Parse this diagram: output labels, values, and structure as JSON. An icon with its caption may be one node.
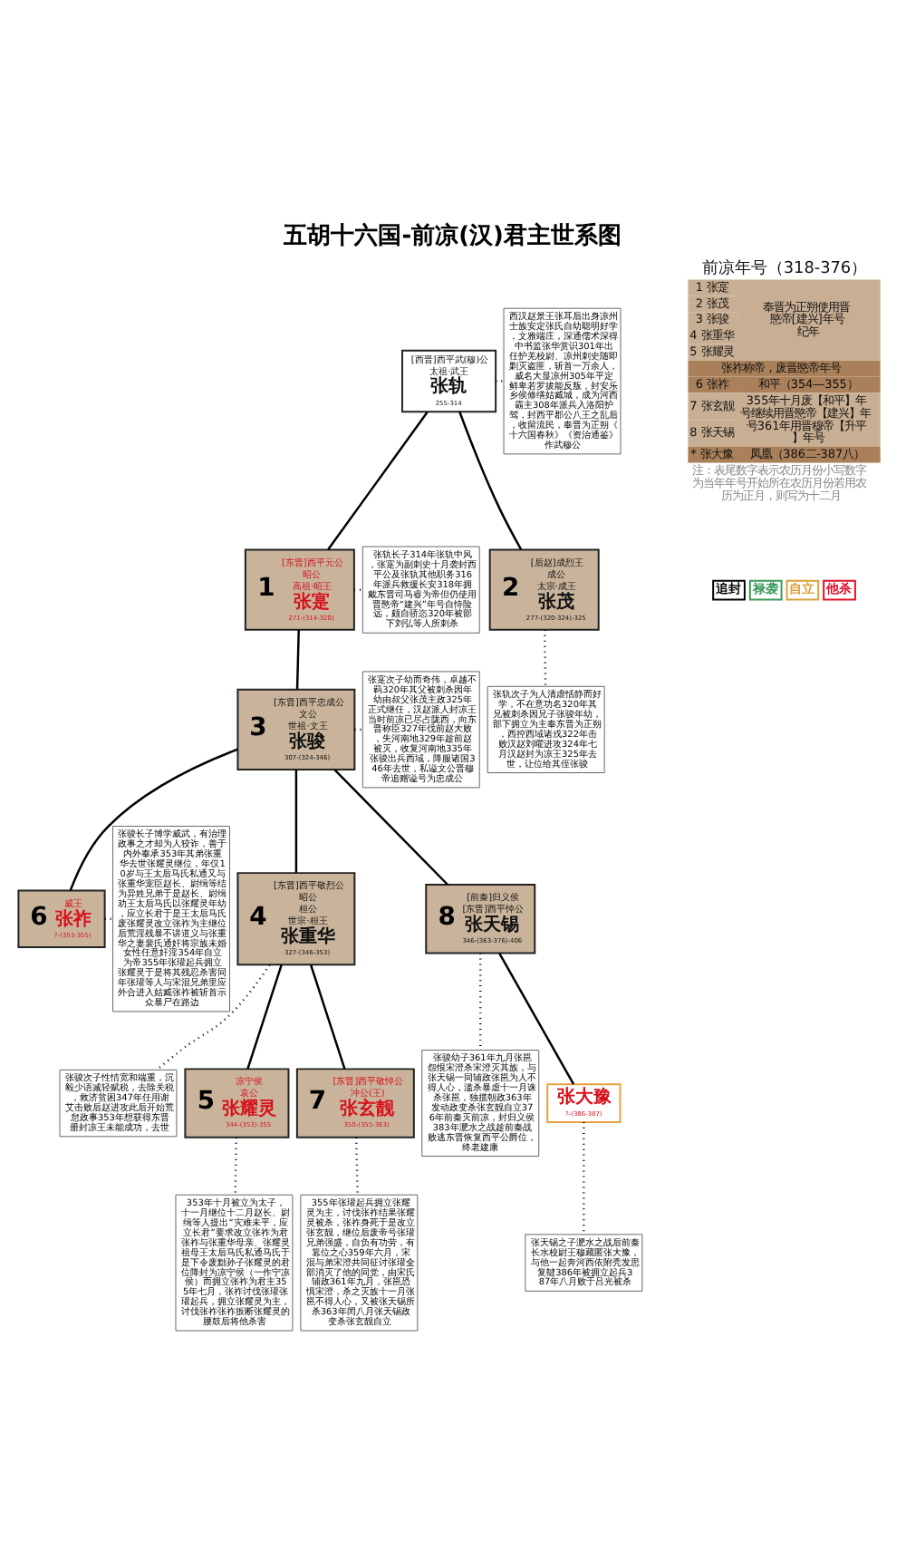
{
  "diagram": {
    "title": "五胡十六国-前凉(汉)君主世系图",
    "nodes": [
      {
        "text": [
          "[西晋]西平武(穆)公",
          "太祖·武王",
          "张轨",
          "255-314"
        ]
      },
      {
        "text": [
          "西汉赵景王张耳后出身凉州士族安定张氏自幼聪明好学，文雅端庄，深通儒术深得中书监张华赏识301年出任护羌校尉、凉州刺史随即剿灭盗匪，斩首一万余人，威名大显凉州305年平定鲜卑若罗拔能反叛，封安乐乡侯修缮姑臧城，成为河西霸主308年派兵入洛阳护驾，封西平郡公八王之乱后，收留流民，奉晋为正朔《十六国春秋》《资治通鉴》作武穆公"
        ]
      },
      {
        "text": [
          "1",
          "[东晋]西平元公",
          "昭公",
          "高祖·昭王",
          "张寔",
          "271-(314-320)"
        ]
      },
      {
        "text": [
          "2",
          "[后赵]成烈王",
          "成公",
          "太宗·成王",
          "张茂",
          "277-(320-324)-325"
        ]
      },
      {
        "text": [
          "张轨长子314年张轨中风，张寔为副刺史十月袭封西平公及张轨其他职务316年派兵救援长安318年拥戴东晋司马睿为帝但仍使用晋愍帝“建兴”年号自恃险远，颇自骄恣320年被部下刘弘等人所刺杀"
        ]
      },
      {
        "text": [
          "张寔次子幼而奇伟，卓越不羁320年其父被刺杀因年幼由叔父张茂主政325年正式继任，汉赵派人封凉王当时前凉已尽占陇西，向东晋称臣327年伐前赵大败，失河南地329年趁前赵被灭，收复河南地335年张骏出兵西域，降服诸国346年去世，私谥文公晋穆帝追赠谥号为忠成公"
        ]
      },
      {
        "text": [
          "3",
          "[东晋]西平忠成公",
          "文公",
          "世祖·文王",
          "张骏",
          "307-(324-346)"
        ]
      },
      {
        "text": [
          "张轨次子为人清虚恬静而好学，不在意功名320年其兄被刺杀因兄子张骏年幼，部下拥立为主奉东晋为正朔，西控西域诸戎322年击败汉赵刘曜进攻324年七月汉赵封为凉王325年去世，让位给其侄张骏"
        ]
      },
      {
        "text": [
          "张骏长子博学威武，有治理政事之才却为人狡诈，善于内外奉承353年其弟张重华去世张耀灵继位，年仅10岁与王太后马氏私通又与张重华宠臣赵长、尉缉等结为异姓兄弟于是赵长、尉缉劝王太后马氏以张耀灵年幼，应立长君于是王太后马氏废张耀灵改立张祚为主继位后荒淫残暴不讲道义与张重华之妻裴氏通奸将宗族未婚女性任意奸淫354年自立为帝355年张瓘起兵拥立张耀灵于是将其残忍杀害同年张瓘等人与宋混兄弟里应外合进入姑臧张祚被斩首示众暴尸在路边"
        ]
      },
      {
        "text": [
          "6",
          "威王",
          "张祚",
          "?-(353-355)"
        ]
      },
      {
        "text": [
          "4",
          "[东晋]西平敬烈公",
          "昭公",
          "桓公",
          "世宗·桓王",
          "张重华",
          "327-(346-353)"
        ]
      },
      {
        "text": [
          "8",
          "[前秦]归义侯",
          "[东晋]西平悼公",
          "张天锡",
          "346-(363-376)-406"
        ]
      },
      {
        "text": [
          "张骏次子性情宽和端重，沉毅少语减轻赋税，去除关税，救济贫困347年任用谢艾击败后赵进攻此后开始荒怠政事353年想获得东晋册封凉王未能成功，去世"
        ]
      },
      {
        "text": [
          "张骏幼子361年九月张邕怨恨宋澄杀宋澄灭其族，与张天锡一同辅政张邕为人不得人心，滥杀暴虐十一月诛杀张邕，独揽朝政363年发动政变杀张玄靓自立376年前秦灭前凉，封归义侯383年淝水之战趁前秦战败逃东晋恢复西平公爵位，终老建康"
        ]
      },
      {
        "text": [
          "5",
          "凉宁侯",
          "哀公",
          "张耀灵",
          "344-(353)-355"
        ]
      },
      {
        "text": [
          "7",
          "[东晋]西平敬悼公",
          "冲公(王)",
          "张玄靓",
          "350-(355-363)"
        ]
      },
      {
        "text": [
          "张大豫",
          "?-(386-387)"
        ]
      },
      {
        "text": [
          "353年十月被立为太子，十一月继位十二月赵长、尉缉等人提出“灾难未平，应立长君”要求改立张祚为君张祚与张重华母亲、张耀灵祖母王太后马氏私通马氏于是下令废黜孙子张耀灵的君位降封为凉宁侯（一作宁凉侯）而拥立张祚为君主355年七月，张祚讨伐张瓘张瓘起兵，拥立张耀灵为主，讨伐张祚张祚扳断张耀灵的腰鼓后将他杀害"
        ]
      },
      {
        "text": [
          "355年张瓘起兵拥立张耀灵为主，讨伐张祚结果张耀灵被杀，张祚身死于是改立张玄靓，继位后废帝号张瓘兄弟强盛，自负有功劳，有篡位之心359年六月，宋混与弟宋澄共同征讨张瓘全部消灭了他的同党，由宋氏辅政361年九月，张邕恐惧宋澄，杀之灭族十一月张邕不得人心，又被张天锡所杀363年闰八月张天锡政变杀张玄靓自立"
        ]
      },
      {
        "text": [
          "张天锡之子淝水之战后前秦长水校尉王穆藏匿张大豫，与他一起奔河西依附秃发思复鞬386年被拥立起兵387年八月败于吕光被杀"
        ]
      }
    ],
    "edges": [
      {
        "from": 0,
        "to": 1,
        "arrow": "none",
        "style": "dashed"
      },
      {
        "from": 0,
        "to": 2,
        "arrow": "none"
      },
      {
        "from": 0,
        "to": 3,
        "arrow": "none"
      },
      {
        "from": 2,
        "to": 4,
        "arrow": "none",
        "style": "dashed"
      },
      {
        "from": 3,
        "to": 7,
        "arrow": "none",
        "style": "dashed"
      },
      {
        "from": 2,
        "to": 6,
        "arrow": "none"
      },
      {
        "from": 6,
        "to": 5,
        "arrow": "none",
        "style": "dashed"
      },
      {
        "from": 6,
        "to": 9,
        "arrow": "none"
      },
      {
        "from": 6,
        "to": 10,
        "arrow": "none"
      },
      {
        "from": 6,
        "to": 11,
        "arrow": "none"
      },
      {
        "from": 9,
        "to": 8,
        "arrow": "none",
        "style": "dashed"
      },
      {
        "from": 10,
        "to": 12,
        "arrow": "none",
        "style": "dashed"
      },
      {
        "from": 11,
        "to": 13,
        "arrow": "none",
        "style": "dashed"
      },
      {
        "from": 10,
        "to": 14,
        "arrow": "none"
      },
      {
        "from": 10,
        "to": 15,
        "arrow": "none"
      },
      {
        "from": 11,
        "to": 16,
        "arrow": "none"
      },
      {
        "from": 14,
        "to": 17,
        "arrow": "none",
        "style": "dashed"
      },
      {
        "from": 15,
        "to": 18,
        "arrow": "none",
        "style": "dashed"
      },
      {
        "from": 16,
        "to": 19,
        "arrow": "none",
        "style": "dashed"
      }
    ],
    "labels": [
      "前凉年号（318-376）",
      "1 张寔",
      "2 张茂",
      "3 张骏",
      "4 张重华",
      "5 张耀灵",
      "奉晋为正朔使用晋愍帝[建兴]年号纪年",
      "张祚称帝，废晋愍帝年号",
      "6 张祚",
      "和平（354—355）",
      "7 张玄靓",
      "8 张天锡",
      "355年十月废【和平】年号继续用晋愍帝【建兴】年号361年用晋穆帝【升平】年号",
      "* 张大豫",
      "凤凰（386二-387八）",
      "注：表尾数字表示农历月份小写数字为当年年号开始所在农历月份若用农历为正月，则写为十二月"
    ],
    "legend": [
      {
        "text": "追封",
        "color": "#000000"
      },
      {
        "text": "禄袭",
        "color": "#3a9a5a"
      },
      {
        "text": "自立",
        "color": "#d9a33a"
      },
      {
        "text": "他杀",
        "color": "#e0102a"
      }
    ]
  }
}
